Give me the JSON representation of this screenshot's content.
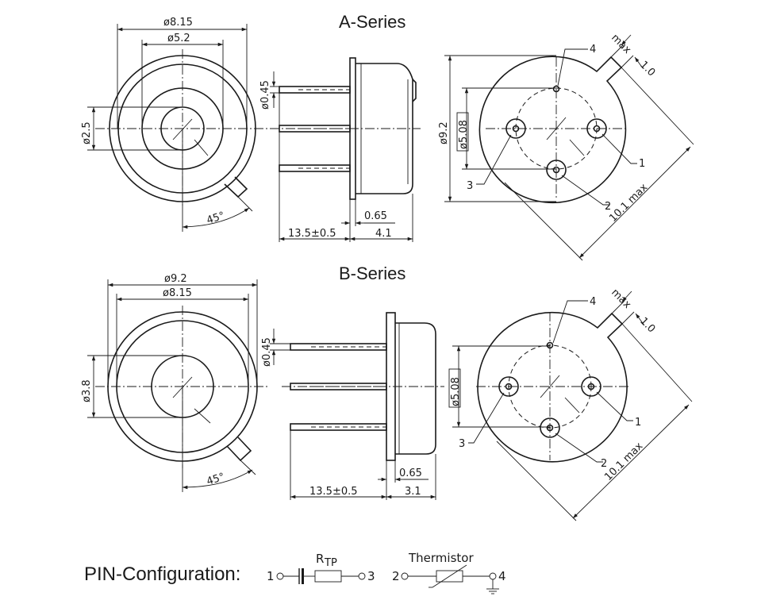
{
  "titles": {
    "series_a": "A-Series",
    "series_b": "B-Series"
  },
  "series_a": {
    "front": {
      "outer_dia": "ø8.15",
      "window_dia": "ø5.2",
      "chip_dia": "ø2.5",
      "tab_angle": "45°"
    },
    "side": {
      "pin_dia": "ø0.45",
      "flange": "0.65",
      "pin_length": "13.5±0.5",
      "body_height": "4.1"
    },
    "bottom": {
      "base_dia": "ø9.2",
      "pin_circle": "ø5.08",
      "tab_w": "1.0",
      "tab_len": "max",
      "tab_span": "10.1 max",
      "pins": [
        "1",
        "2",
        "3",
        "4"
      ]
    }
  },
  "series_b": {
    "front": {
      "outer_dia": "ø9.2",
      "window_dia": "ø8.15",
      "chip_dia": "ø3.8",
      "tab_angle": "45°"
    },
    "side": {
      "pin_dia": "ø0.45",
      "flange": "0.65",
      "pin_length": "13.5±0.5",
      "body_height": "3.1"
    },
    "bottom": {
      "pin_circle": "ø5.08",
      "tab_w": "1.0",
      "tab_len": "max",
      "tab_span": "10.1 max",
      "pins": [
        "1",
        "2",
        "3",
        "4"
      ]
    }
  },
  "pin_config": {
    "label": "PIN-Configuration:",
    "rtp_label": "R",
    "rtp_sub": "TP",
    "thermistor_label": "Thermistor",
    "pins": [
      "1",
      "3",
      "2",
      "4"
    ]
  }
}
